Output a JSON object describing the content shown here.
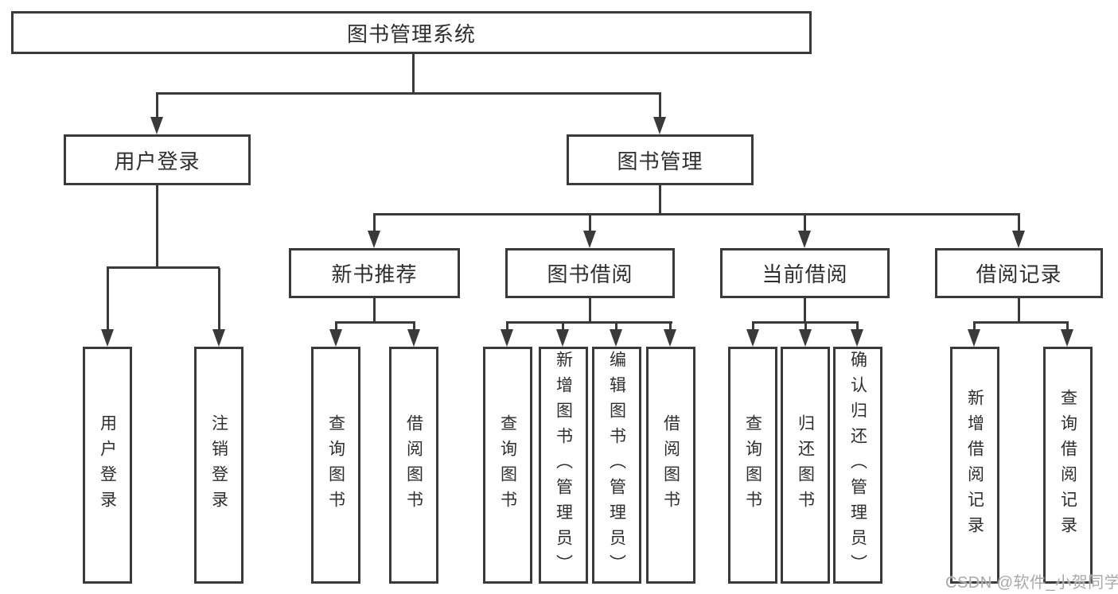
{
  "diagram": {
    "type": "hierarchy-tree",
    "title": "图书管理系统"
  },
  "tree": {
    "root": {
      "label": "图书管理系统",
      "children": [
        {
          "label": "用户登录",
          "children": [
            {
              "label": "用户登录"
            },
            {
              "label": "注销登录"
            }
          ]
        },
        {
          "label": "图书管理",
          "children": [
            {
              "label": "新书推荐",
              "children": [
                {
                  "label": "查询图书"
                },
                {
                  "label": "借阅图书"
                }
              ]
            },
            {
              "label": "图书借阅",
              "children": [
                {
                  "label": "查询图书"
                },
                {
                  "label": "新增图书（管理员）"
                },
                {
                  "label": "编辑图书（管理员）"
                },
                {
                  "label": "借阅图书"
                }
              ]
            },
            {
              "label": "当前借阅",
              "children": [
                {
                  "label": "查询图书"
                },
                {
                  "label": "归还图书"
                },
                {
                  "label": "确认归还（管理员）"
                }
              ]
            },
            {
              "label": "借阅记录",
              "children": [
                {
                  "label": "新增借阅记录"
                },
                {
                  "label": "查询借阅记录"
                }
              ]
            }
          ]
        }
      ]
    }
  },
  "watermark": {
    "text": "CSDN @软件_小贺同学"
  },
  "colors": {
    "line": "#3a3a3a",
    "text": "#2e2e2e",
    "watermark_text": "#a9a9a9",
    "background": "#ffffff"
  }
}
